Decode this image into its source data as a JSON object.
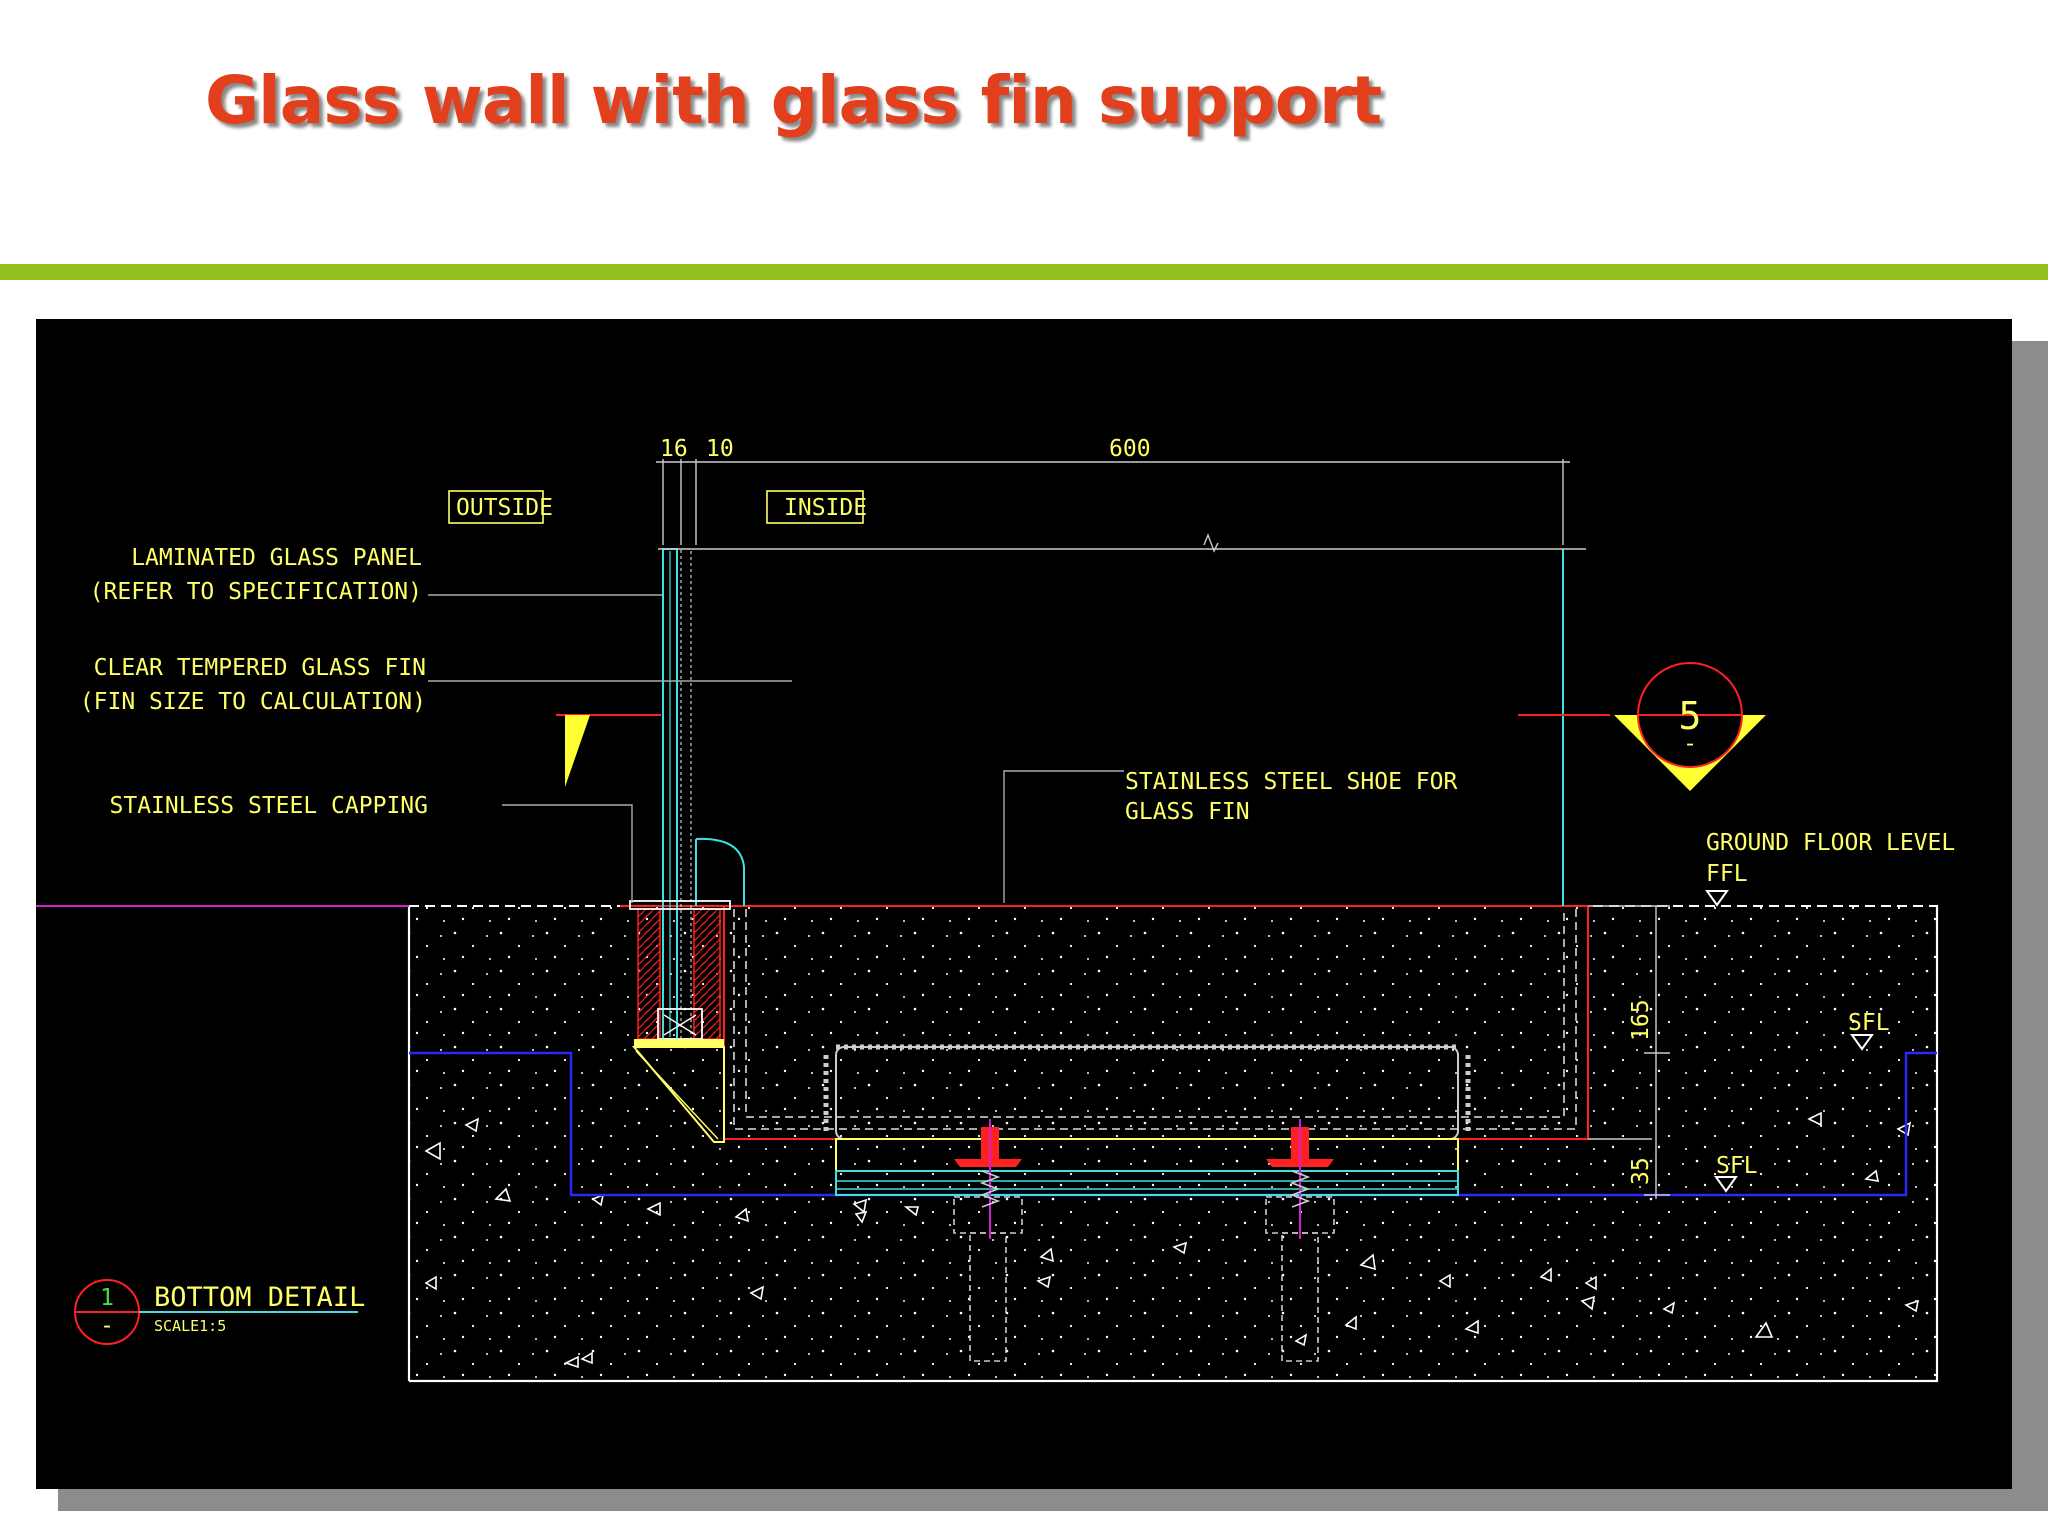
{
  "title": "Glass wall with glass fin support",
  "colors": {
    "title": "#e2401c",
    "rule": "#93c01f",
    "cad_text": "#ffff66",
    "cad_red": "#ff2020",
    "cad_cyan": "#40e0e0",
    "cad_blue": "#2020ff",
    "cad_magenta": "#d020d0"
  },
  "drawing": {
    "dim_16": "16",
    "dim_10": "10",
    "dim_600": "600",
    "outside": "OUTSIDE",
    "inside": "INSIDE",
    "laminated_1": "LAMINATED GLASS PANEL",
    "laminated_2": "(REFER TO SPECIFICATION)",
    "fin_1": "CLEAR TEMPERED GLASS FIN",
    "fin_2": "(FIN SIZE TO CALCULATION)",
    "capping": "STAINLESS STEEL CAPPING",
    "shoe_1": "STAINLESS STEEL SHOE FOR",
    "shoe_2": "GLASS FIN",
    "section_number": "5",
    "section_sub": "-",
    "ground_1": "GROUND FLOOR LEVEL",
    "ground_2": "FFL",
    "sfl_upper": "SFL",
    "sfl_lower": "SFL",
    "dim_165": "165",
    "dim_35": "35",
    "detail_number": "1",
    "detail_sub": "-",
    "detail_title": "BOTTOM DETAIL",
    "detail_scale": "SCALE1:5"
  }
}
